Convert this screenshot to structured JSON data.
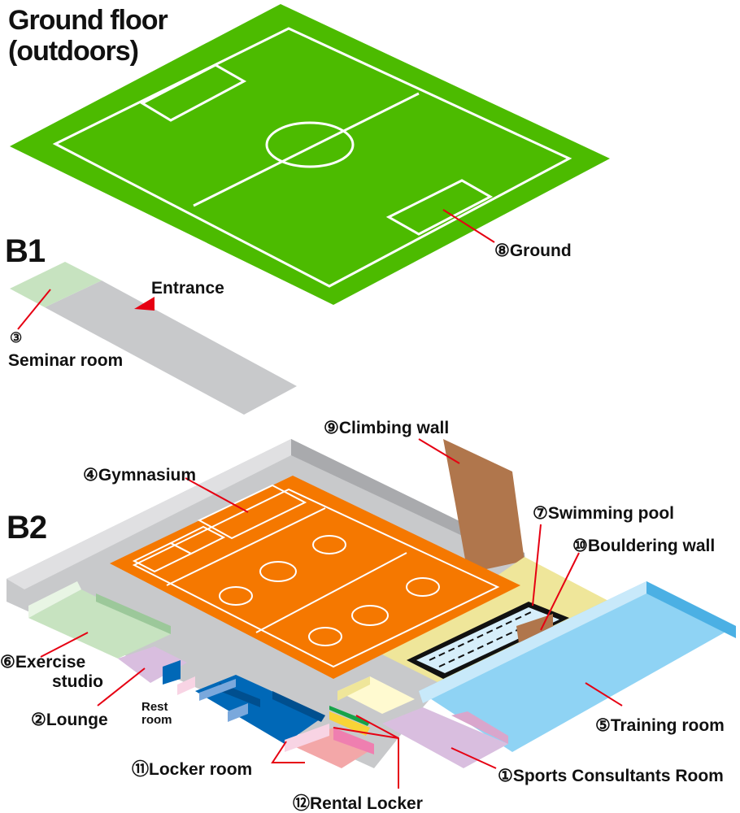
{
  "floors": {
    "ground": {
      "title_line1": "Ground floor",
      "title_line2": "(outdoors)"
    },
    "b1": {
      "title": "B1"
    },
    "b2": {
      "title": "B2"
    }
  },
  "labels": {
    "ground": "⑧Ground",
    "entrance": "Entrance",
    "seminar_num": "③",
    "seminar": "Seminar room",
    "climbing": "⑨Climbing wall",
    "gymnasium": "④Gymnasium",
    "pool": "⑦Swimming pool",
    "bouldering": "⑩Bouldering wall",
    "exercise_line1": "⑥Exercise",
    "exercise_line2": "studio",
    "lounge": "②Lounge",
    "rest_line1": "Rest",
    "rest_line2": "room",
    "training": "⑤Training room",
    "locker": "⑪Locker room",
    "consultants": "①Sports Consultants Room",
    "rental": "⑫Rental Locker"
  },
  "colors": {
    "field": "#4cbb00",
    "gym": "#f57800",
    "floor": "#c8c9cb",
    "training": "#8fd3f4",
    "locker": "#0068b7",
    "leader": "#e60012"
  }
}
